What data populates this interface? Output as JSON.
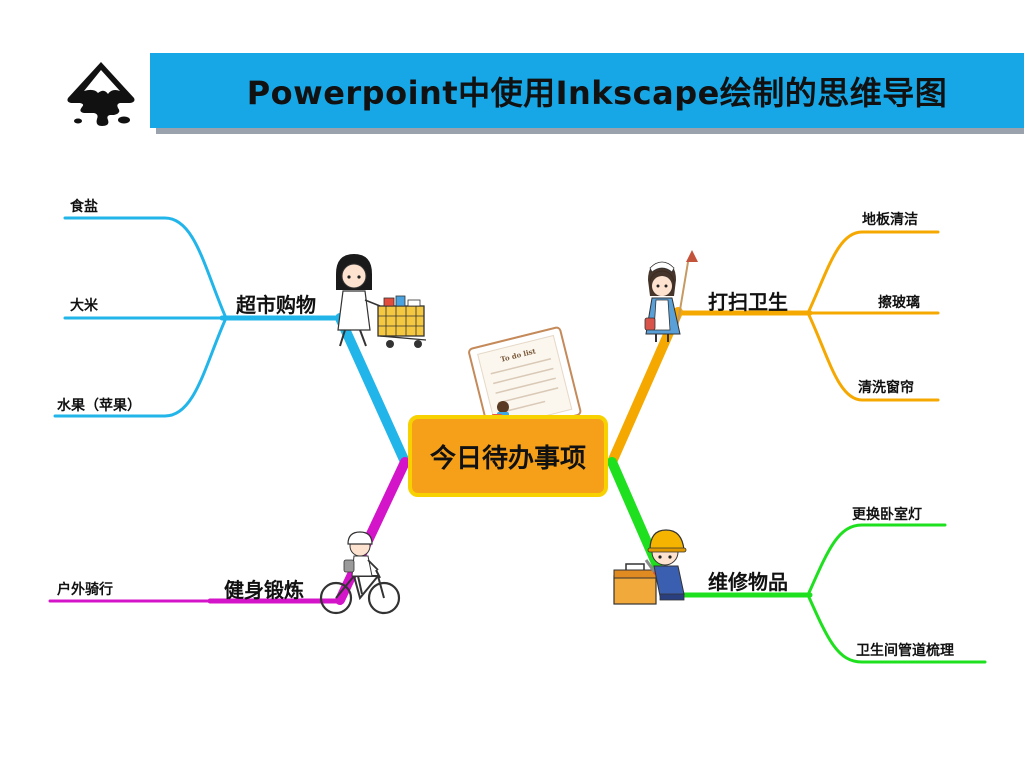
{
  "title": "Powerpoint中使用Inkscape绘制的思维导图",
  "logo_icon": "inkscape-logo-icon",
  "center": {
    "label": "今日待办事项",
    "fill_color": "#f6a01a",
    "border_color": "#f7d100",
    "illustration_icon": "checklist-notepad-icon",
    "notepad_text": "To do list"
  },
  "branches": [
    {
      "id": "shopping",
      "label": "超市购物",
      "color": "#22b5ea",
      "illustration_icon": "shopping-cart-girl-icon",
      "leaves": [
        "食盐",
        "大米",
        "水果（苹果）"
      ]
    },
    {
      "id": "cleaning",
      "label": "打扫卫生",
      "color": "#f5a800",
      "illustration_icon": "cleaning-maid-icon",
      "leaves": [
        "地板清洁",
        "擦玻璃",
        "清洗窗帘"
      ]
    },
    {
      "id": "fitness",
      "label": "健身锻炼",
      "color": "#d414c8",
      "illustration_icon": "cyclist-icon",
      "leaves": [
        "户外骑行"
      ]
    },
    {
      "id": "repair",
      "label": "维修物品",
      "color": "#1fe01f",
      "illustration_icon": "repair-worker-toolbox-icon",
      "leaves": [
        "更换卧室灯",
        "卫生间管道梳理"
      ]
    }
  ]
}
